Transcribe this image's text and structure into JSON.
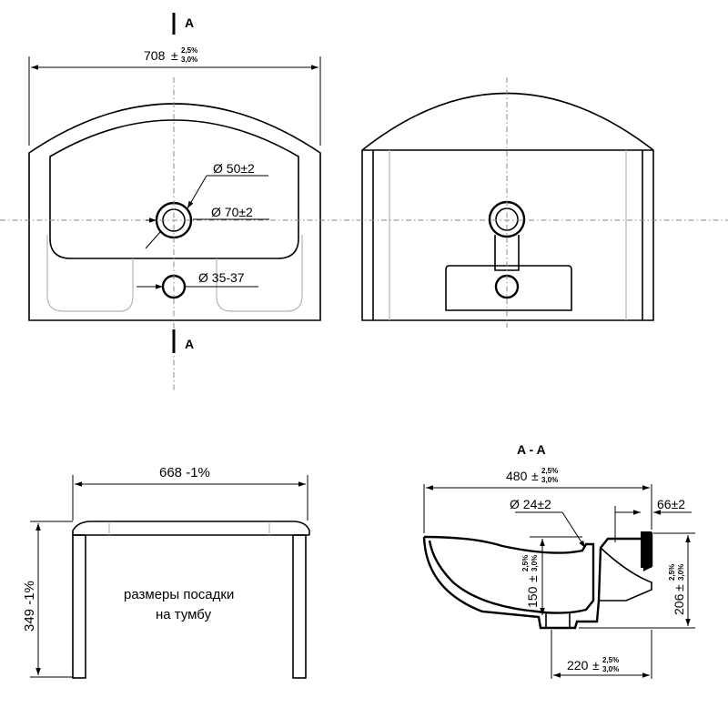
{
  "top_view": {
    "width_label": "708",
    "tol_sign": "±",
    "tol_upper": "2,5%",
    "tol_lower": "3,0%",
    "drain_label": "Ø 50±2",
    "drain_outer_label": "Ø 70±2",
    "tap_label": "Ø 35-37",
    "section_mark": "A"
  },
  "cabinet_view": {
    "width_label": "668 -1%",
    "height_label": "349 -1%",
    "note_line1": "размеры посадки",
    "note_line2": "на тумбу"
  },
  "section_view": {
    "title": "A - A",
    "width_label": "480",
    "drain_label": "Ø 24±2",
    "offset_label": "66±2",
    "depth_label": "150",
    "height_label": "206",
    "base_label": "220",
    "tol_sign": "±",
    "tol_upper": "2,5%",
    "tol_lower": "3,0%"
  }
}
